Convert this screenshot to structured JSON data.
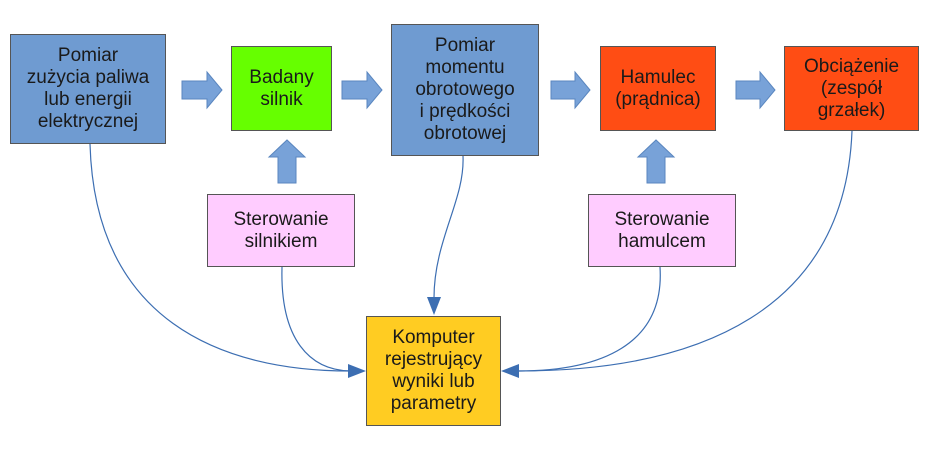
{
  "colors": {
    "blue": "#6f9bd1",
    "green": "#66ff00",
    "red": "#ff4d14",
    "pink": "#ffccff",
    "yellow": "#ffcc22",
    "arrow": "#78a2d8",
    "connector": "#3c6eb2"
  },
  "nodes": {
    "paliwo": {
      "label": "Pomiar\nzużycia paliwa\nlub energii\nelektrycznej",
      "color": "blue"
    },
    "silnik": {
      "label": "Badany\nsilnik",
      "color": "green"
    },
    "moment": {
      "label": "Pomiar\nmomentu\nobrotowego\ni prędkości\nobrotowej",
      "color": "blue"
    },
    "hamulec": {
      "label": "Hamulec\n(prądnica)",
      "color": "red"
    },
    "obciazenie": {
      "label": "Obciążenie\n(zespół\ngrzałek)",
      "color": "red"
    },
    "sterowanie_silnikiem": {
      "label": "Sterowanie\nsilnikiem",
      "color": "pink"
    },
    "sterowanie_hamulcem": {
      "label": "Sterowanie\nhamulcem",
      "color": "pink"
    },
    "komputer": {
      "label": "Komputer\nrejestrujący\nwyniki lub\nparametry",
      "color": "yellow"
    }
  },
  "edges": [
    {
      "from": "paliwo",
      "to": "silnik",
      "style": "block-arrow"
    },
    {
      "from": "silnik",
      "to": "moment",
      "style": "block-arrow"
    },
    {
      "from": "moment",
      "to": "hamulec",
      "style": "block-arrow"
    },
    {
      "from": "hamulec",
      "to": "obciazenie",
      "style": "block-arrow"
    },
    {
      "from": "sterowanie_silnikiem",
      "to": "silnik",
      "style": "block-arrow"
    },
    {
      "from": "sterowanie_hamulcem",
      "to": "hamulec",
      "style": "block-arrow"
    },
    {
      "from": "paliwo",
      "to": "komputer",
      "style": "curve"
    },
    {
      "from": "sterowanie_silnikiem",
      "to": "komputer",
      "style": "curve"
    },
    {
      "from": "moment",
      "to": "komputer",
      "style": "curve"
    },
    {
      "from": "sterowanie_hamulcem",
      "to": "komputer",
      "style": "curve"
    },
    {
      "from": "obciazenie",
      "to": "komputer",
      "style": "curve"
    }
  ]
}
